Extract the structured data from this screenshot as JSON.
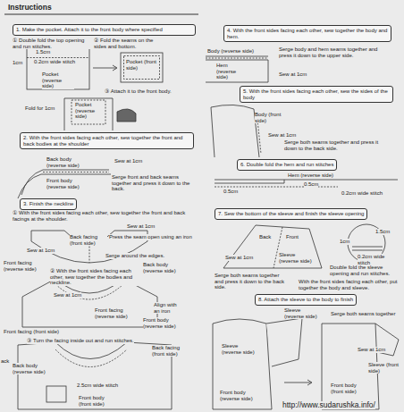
{
  "diagram": {
    "title": "Instructions",
    "nodes": [
      {
        "text": [
          "1. Make the pocket. Attach it to the front body where specified"
        ]
      },
      {
        "text": [
          "2. With the front sides facing each other, sew together the front and back bodies at the shoulder"
        ]
      },
      {
        "text": [
          "3. Finish the neckline"
        ]
      },
      {
        "text": [
          "4. With the front sides facing each other, sew together the body and hem."
        ]
      },
      {
        "text": [
          "5. With the front sides facing each other, sew the sides of the body"
        ]
      },
      {
        "text": [
          "6. Double fold the hem and run stitches"
        ]
      },
      {
        "text": [
          "7. Sew the bottom of the sleeve and finish the sleeve opening"
        ]
      },
      {
        "text": [
          "8. Attach the sleeve to the body to finish"
        ]
      }
    ],
    "labels": [
      "① Double fold the top opening and run stitches.",
      "② Fold the seams on the sides and bottom.",
      "1.5cm",
      "1cm",
      "0.2cm wide stitch",
      "Pocket (reverse side)",
      "Pocket (front side)",
      "③ Attach it to the front body.",
      "Fold for 1cm",
      "Pocket (reverse side)",
      "Back body (reverse side)",
      "Sew at 1cm",
      "Front body (reverse side)",
      "Serge front and back seams together and press it down to the back.",
      "① With the front sides facing each other, sew together the front and back facings at the shoulder.",
      "Sew at 1cm",
      "Back facing (front side)",
      "Press the seam open using an iron",
      "Sew at 1cm",
      "Serge around the edges.",
      "Front facing (reverse side)",
      "Back body (reverse side)",
      "② With the front sides facing each other, sew together the bodies and neckline.",
      "Sew at 1cm",
      "Front facing (reverse side)",
      "Align with an iron",
      "Front body (reverse side)",
      "Front facing (front side)",
      "③ Turn the facing inside out and run stitches.",
      "Back facing (front side)",
      "ack",
      "Back body (reverse side)",
      "2.5cm wide stitch",
      "Front body (front side)",
      "Body (reverse side)",
      "Serge body and hem seams together and press it down to the upper side.",
      "Hem (reverse side)",
      "Sew at 1cm",
      "Body (front side)",
      "Sew at 1cm",
      "Serge both seams together and press it down to the back side.",
      "Hem (reverse side)",
      "0.5cm",
      "0.5cm",
      "0.2cm wide stitch",
      "Back",
      "Front",
      "Sew at 1cm",
      "Sleeve (reverse side)",
      "1.5cm",
      "1cm",
      "0.2cm wide stitch",
      "Serge both seams together and press it down to the back side.",
      "Double fold the sleeve opening and run stitches.",
      "With the front sides facing each other, put together the body and sleeve.",
      "Sleeve (reverse side)",
      "Serge both seams together",
      "Sew at 1cm",
      "Sleeve (reverse side)",
      "Sleeve (front side)",
      "Front body (reverse side)",
      "Front body (front side)",
      "http://www.sudarushka.info/"
    ]
  }
}
